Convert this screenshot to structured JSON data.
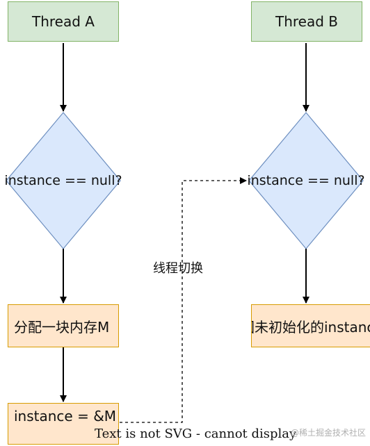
{
  "threads": {
    "a": {
      "title": "Thread A",
      "condition": "instance == null?",
      "step1": "分配一块内存M",
      "step2": "instance = &M"
    },
    "b": {
      "title": "Thread B",
      "condition": "instance == null?",
      "result": "返回未初始化的instance"
    }
  },
  "switch_label": "线程切换",
  "footer_text": "Text is not SVG - cannot display",
  "watermark": "@稀土掘金技术社区",
  "colors": {
    "start_fill": "#d5e8d4",
    "start_stroke": "#82b366",
    "decision_fill": "#dae8fc",
    "decision_stroke": "#6c8ebf",
    "process_fill": "#ffe6cc",
    "process_stroke": "#d79b00"
  }
}
